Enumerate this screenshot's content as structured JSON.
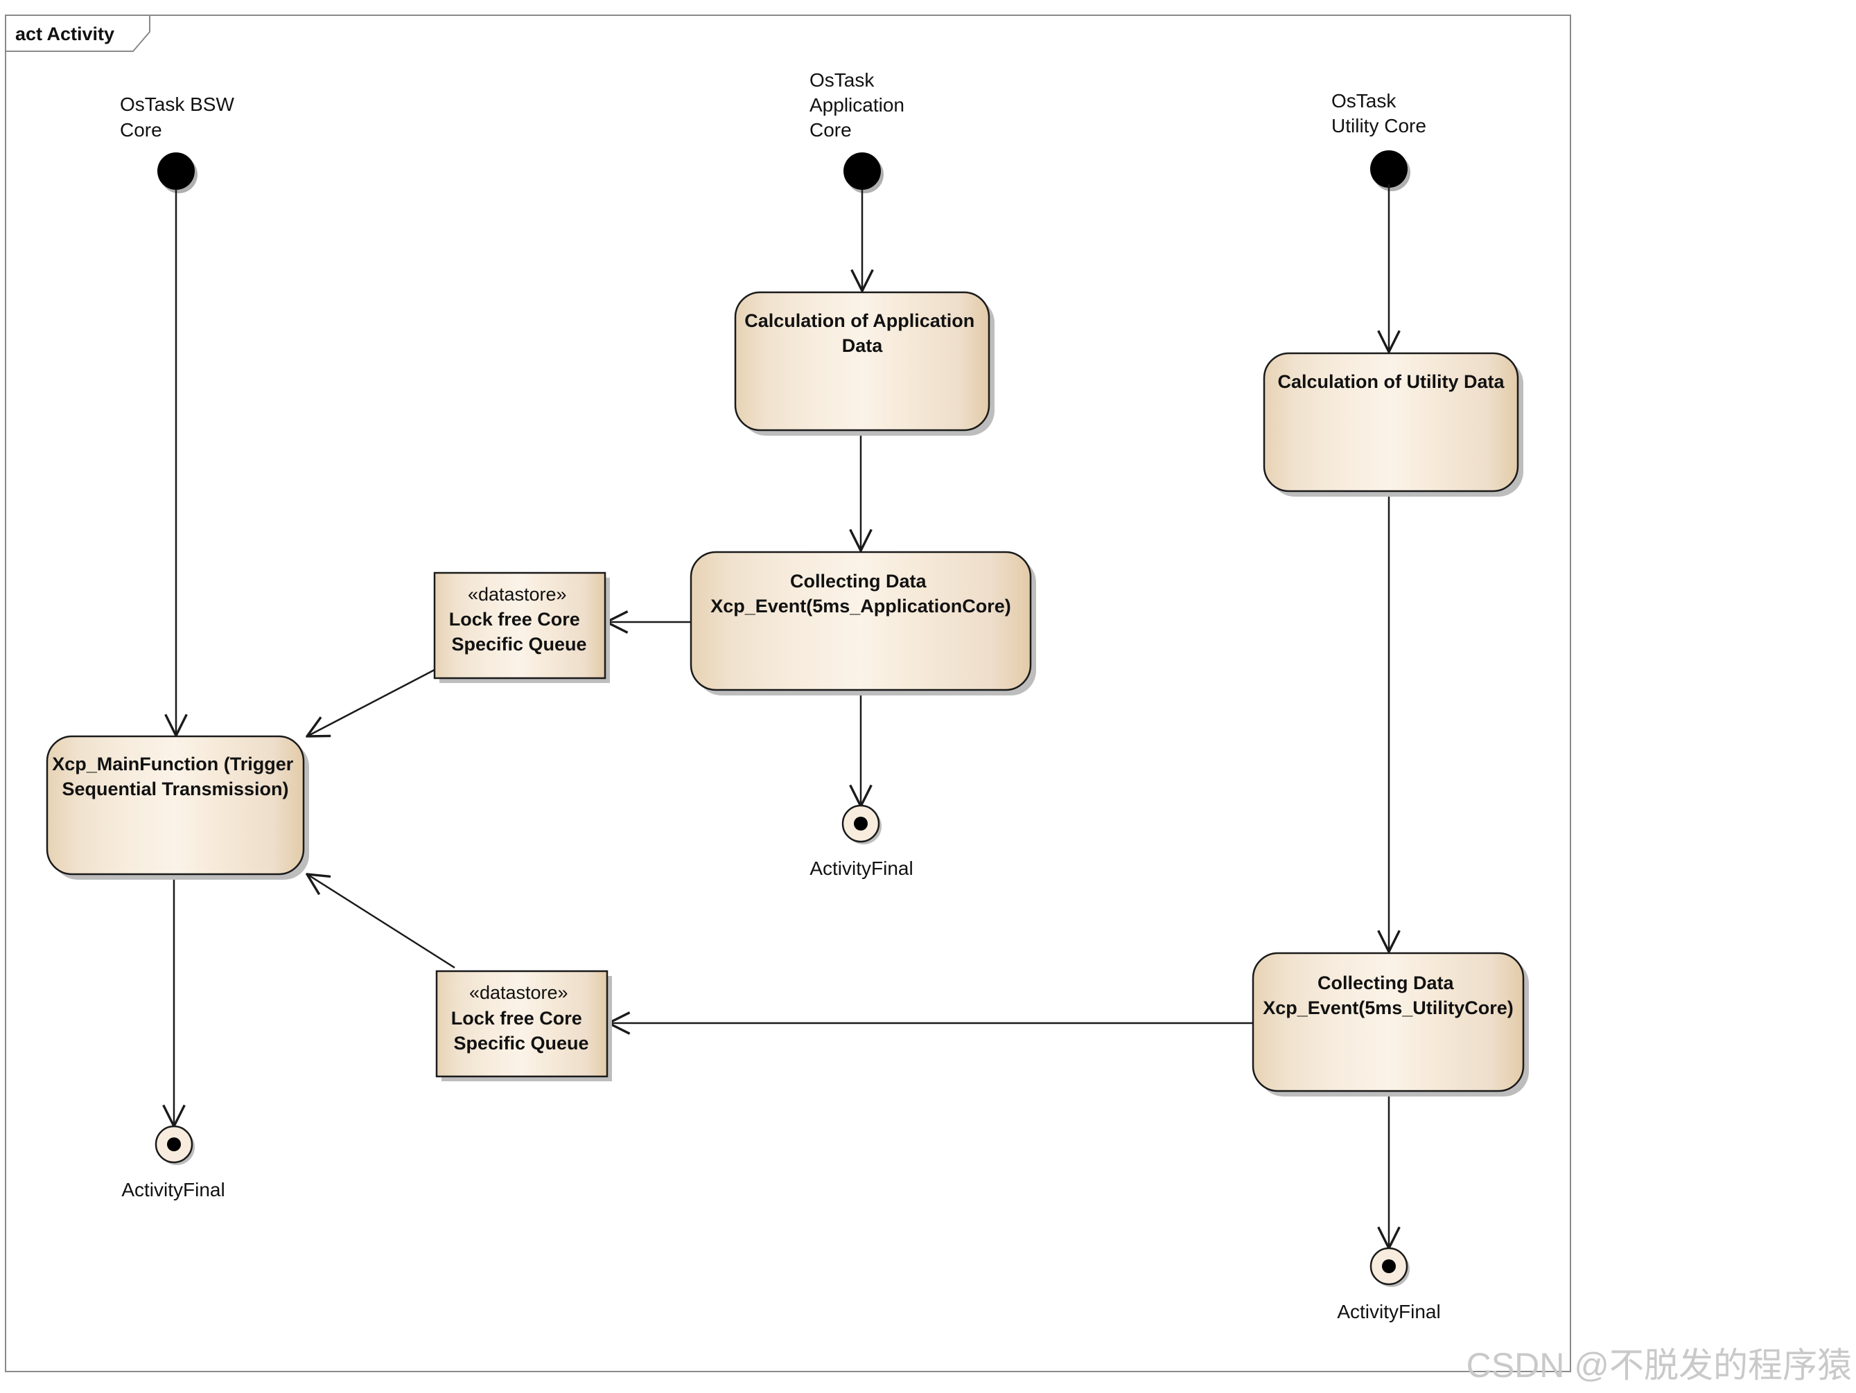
{
  "frame": {
    "title": "act Activity"
  },
  "swimlanes": [
    {
      "id": "bsw",
      "lines": [
        "OsTask BSW",
        "Core"
      ]
    },
    {
      "id": "app",
      "lines": [
        "OsTask",
        "Application",
        "Core"
      ]
    },
    {
      "id": "util",
      "lines": [
        "OsTask",
        "Utility Core"
      ]
    }
  ],
  "actions": {
    "calc_app": {
      "lines": [
        "Calculation of Application",
        "Data"
      ]
    },
    "calc_util": {
      "lines": [
        "Calculation of Utility Data"
      ]
    },
    "collect_app": {
      "lines": [
        "Collecting Data",
        "Xcp_Event(5ms_ApplicationCore)"
      ]
    },
    "collect_util": {
      "lines": [
        "Collecting Data",
        "Xcp_Event(5ms_UtilityCore)"
      ]
    },
    "main_function": {
      "lines": [
        "Xcp_MainFunction (Trigger",
        "Sequential Transmission)"
      ]
    }
  },
  "datastores": {
    "ds_upper": {
      "stereotype": "«datastore»",
      "lines": [
        "Lock free Core",
        "Specific Queue"
      ]
    },
    "ds_lower": {
      "stereotype": "«datastore»",
      "lines": [
        "Lock free Core",
        "Specific Queue"
      ]
    }
  },
  "finals": {
    "final_app": {
      "label": "ActivityFinal"
    },
    "final_bsw": {
      "label": "ActivityFinal"
    },
    "final_util": {
      "label": "ActivityFinal"
    }
  },
  "watermark": "CSDN @不脱发的程序猿",
  "colors": {
    "node_edge": "#f5e6d2",
    "node_mid": "#e6d2b4",
    "node_light": "#fbf4ea",
    "shadow": "#bdbdbd",
    "stroke": "#1a1a1a"
  }
}
